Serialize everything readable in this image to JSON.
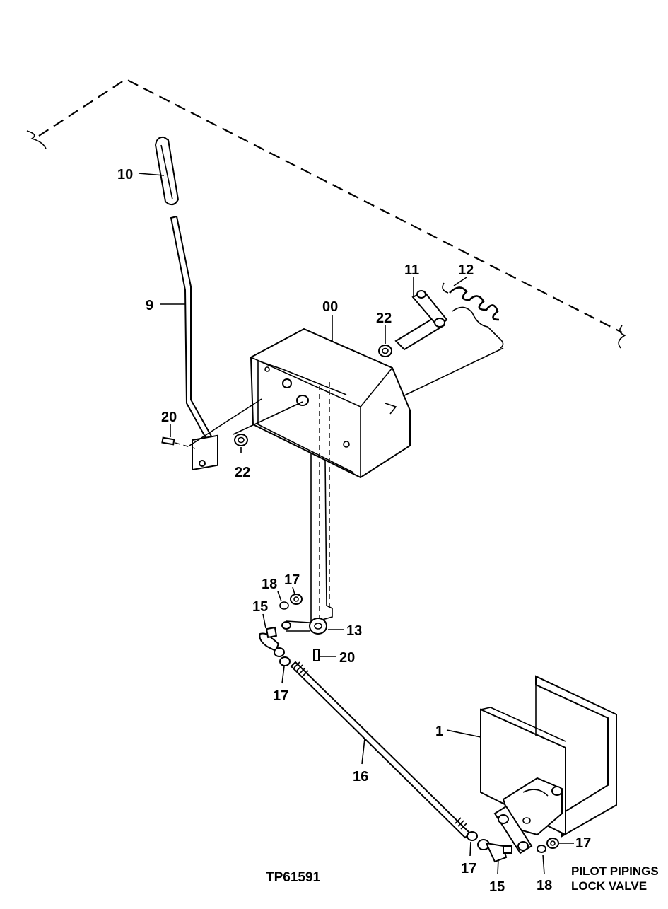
{
  "drawing_id": "TP61591",
  "notes": [
    "PILOT PIPINGS",
    "LOCK VALVE"
  ],
  "callouts": {
    "c_10": "10",
    "c_9": "9",
    "c_20a": "20",
    "c_22a": "22",
    "c_00": "00",
    "c_22b": "22",
    "c_11": "11",
    "c_12": "12",
    "c_18a": "18",
    "c_17a": "17",
    "c_15a": "15",
    "c_13": "13",
    "c_20b": "20",
    "c_17b": "17",
    "c_16": "16",
    "c_1": "1",
    "c_17c": "17",
    "c_17d": "17",
    "c_15b": "15",
    "c_18b": "18"
  }
}
